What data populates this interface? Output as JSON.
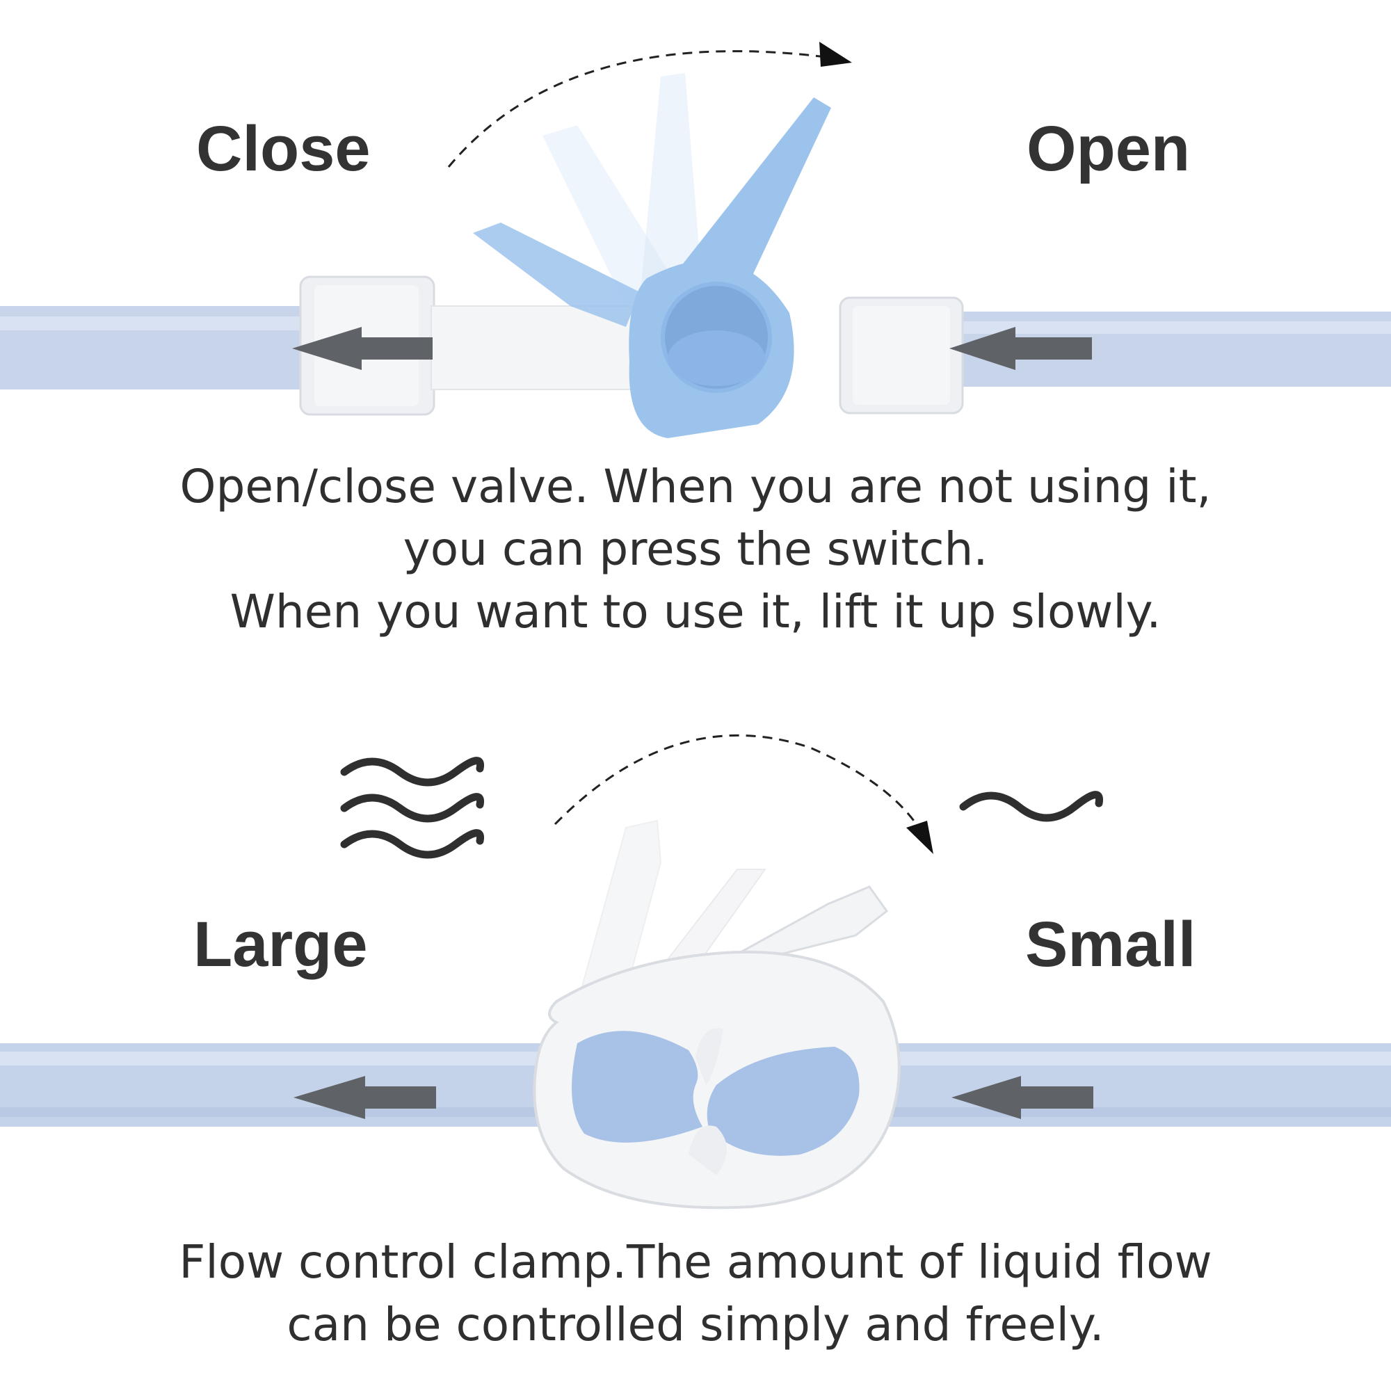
{
  "valve_section": {
    "close_label": "Close",
    "open_label": "Open",
    "caption_lines": [
      "Open/close valve. When you are not using it,",
      "you can press the switch.",
      "When you want to use it, lift it up slowly."
    ]
  },
  "clamp_section": {
    "large_label": "Large",
    "small_label": "Small",
    "caption_lines": [
      "Flow control clamp.The amount of liquid flow",
      "can be controlled simply and freely."
    ]
  },
  "colors": {
    "tube": "#c5d3ea",
    "valve_lever": "#9cc3ec",
    "arrow": "#5f6266",
    "text": "#333333"
  },
  "icons": [
    "dashed-curved-arrow-icon",
    "flow-arrow-left-icon",
    "wave-large-icon",
    "wave-small-icon"
  ]
}
